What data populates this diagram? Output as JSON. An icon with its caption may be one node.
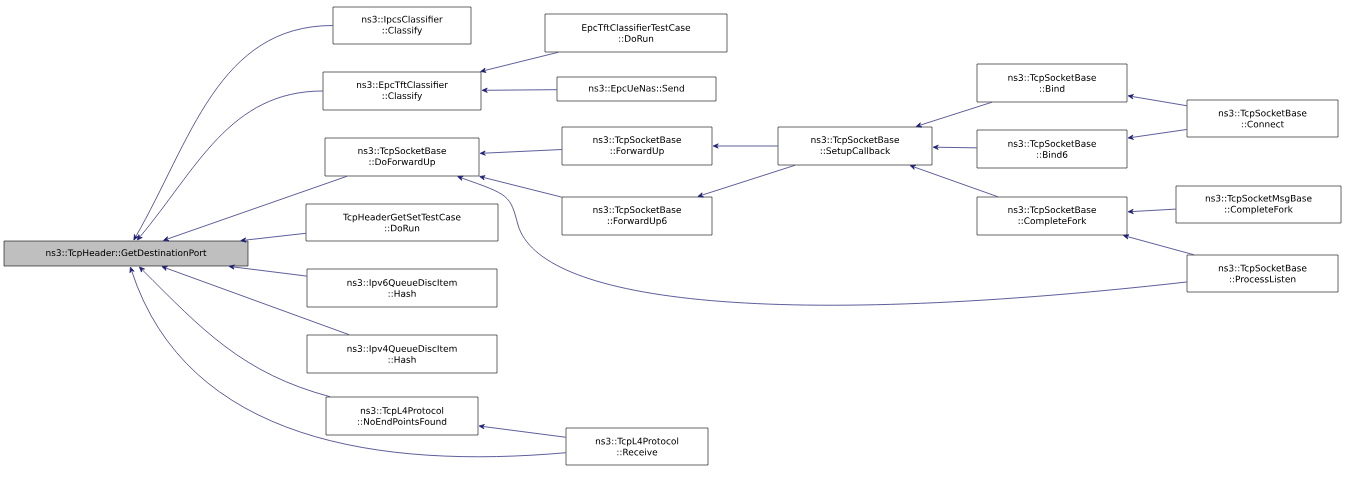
{
  "diagram": {
    "nodes": [
      {
        "text": [
          "ns3::TcpHeader::GetDestinationPort"
        ]
      },
      {
        "text": [
          "ns3::IpcsClassifier ::Classify"
        ]
      },
      {
        "text": [
          "ns3::EpcTftClassifier ::Classify"
        ]
      },
      {
        "text": [
          "ns3::TcpSocketBase ::DoForwardUp"
        ]
      },
      {
        "text": [
          "TcpHeaderGetSetTestCase ::DoRun"
        ]
      },
      {
        "text": [
          "ns3::Ipv6QueueDiscItem ::Hash"
        ]
      },
      {
        "text": [
          "ns3::Ipv4QueueDiscItem ::Hash"
        ]
      },
      {
        "text": [
          "ns3::TcpL4Protocol ::NoEndPointsFound"
        ]
      },
      {
        "text": [
          "EpcTftClassifierTestCase ::DoRun"
        ]
      },
      {
        "text": [
          "ns3::EpcUeNas::Send"
        ]
      },
      {
        "text": [
          "ns3::TcpSocketBase ::ForwardUp"
        ]
      },
      {
        "text": [
          "ns3::TcpSocketBase ::ForwardUp6"
        ]
      },
      {
        "text": [
          "ns3::TcpL4Protocol ::Receive"
        ]
      },
      {
        "text": [
          "ns3::TcpSocketBase ::SetupCallback"
        ]
      },
      {
        "text": [
          "ns3::TcpSocketBase ::Bind"
        ]
      },
      {
        "text": [
          "ns3::TcpSocketBase ::Bind6"
        ]
      },
      {
        "text": [
          "ns3::TcpSocketBase ::CompleteFork"
        ]
      },
      {
        "text": [
          "ns3::TcpSocketBase ::Connect"
        ]
      },
      {
        "text": [
          "ns3::TcpSocketMsgBase ::CompleteFork"
        ]
      },
      {
        "text": [
          "ns3::TcpSocketBase ::ProcessListen"
        ]
      }
    ],
    "edges": [
      {
        "from": 1,
        "to": 0,
        "arrow": "to"
      },
      {
        "from": 2,
        "to": 0,
        "arrow": "to"
      },
      {
        "from": 3,
        "to": 0,
        "arrow": "to"
      },
      {
        "from": 4,
        "to": 0,
        "arrow": "to"
      },
      {
        "from": 5,
        "to": 0,
        "arrow": "to"
      },
      {
        "from": 6,
        "to": 0,
        "arrow": "to"
      },
      {
        "from": 7,
        "to": 0,
        "arrow": "to"
      },
      {
        "from": 12,
        "to": 0,
        "arrow": "to"
      },
      {
        "from": 8,
        "to": 2,
        "arrow": "to"
      },
      {
        "from": 9,
        "to": 2,
        "arrow": "to"
      },
      {
        "from": 10,
        "to": 3,
        "arrow": "to"
      },
      {
        "from": 11,
        "to": 3,
        "arrow": "to"
      },
      {
        "from": 19,
        "to": 3,
        "arrow": "to"
      },
      {
        "from": 13,
        "to": 10,
        "arrow": "to"
      },
      {
        "from": 13,
        "to": 11,
        "arrow": "to"
      },
      {
        "from": 14,
        "to": 13,
        "arrow": "to"
      },
      {
        "from": 15,
        "to": 13,
        "arrow": "to"
      },
      {
        "from": 16,
        "to": 13,
        "arrow": "to"
      },
      {
        "from": 17,
        "to": 14,
        "arrow": "to"
      },
      {
        "from": 17,
        "to": 15,
        "arrow": "to"
      },
      {
        "from": 18,
        "to": 16,
        "arrow": "to"
      },
      {
        "from": 19,
        "to": 16,
        "arrow": "to"
      },
      {
        "from": 12,
        "to": 7,
        "arrow": "to"
      }
    ]
  }
}
